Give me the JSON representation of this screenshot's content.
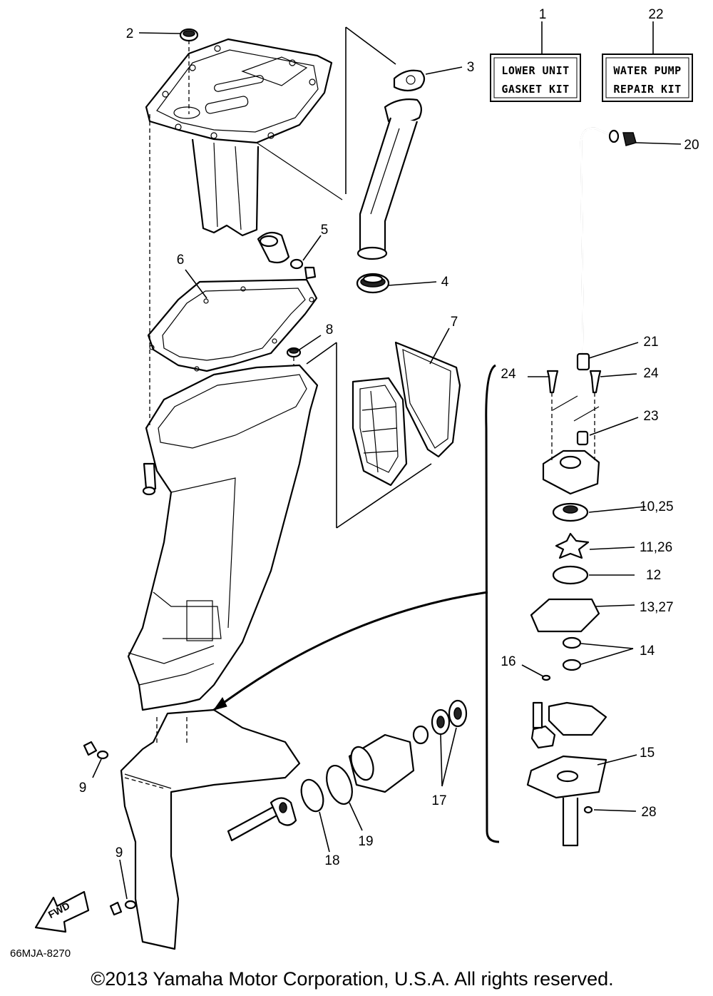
{
  "kits": [
    {
      "ref": "1",
      "lines": [
        "LOWER UNIT",
        "GASKET KIT"
      ]
    },
    {
      "ref": "22",
      "lines": [
        "WATER PUMP",
        "REPAIR KIT"
      ]
    }
  ],
  "callouts": {
    "c2": "2",
    "c3": "3",
    "c4": "4",
    "c5": "5",
    "c6": "6",
    "c7": "7",
    "c8": "8",
    "c9a": "9",
    "c9b": "9",
    "c10": "10,25",
    "c11": "11,26",
    "c12": "12",
    "c13": "13,27",
    "c14": "14",
    "c15": "15",
    "c16": "16",
    "c17": "17",
    "c18": "18",
    "c19": "19",
    "c20": "20",
    "c21": "21",
    "c23": "23",
    "c24a": "24",
    "c24b": "24",
    "c28": "28"
  },
  "fwd_label": "FWD",
  "diagram_code": "66MJA-8270",
  "copyright": "©2013 Yamaha Motor Corporation, U.S.A. All rights reserved."
}
